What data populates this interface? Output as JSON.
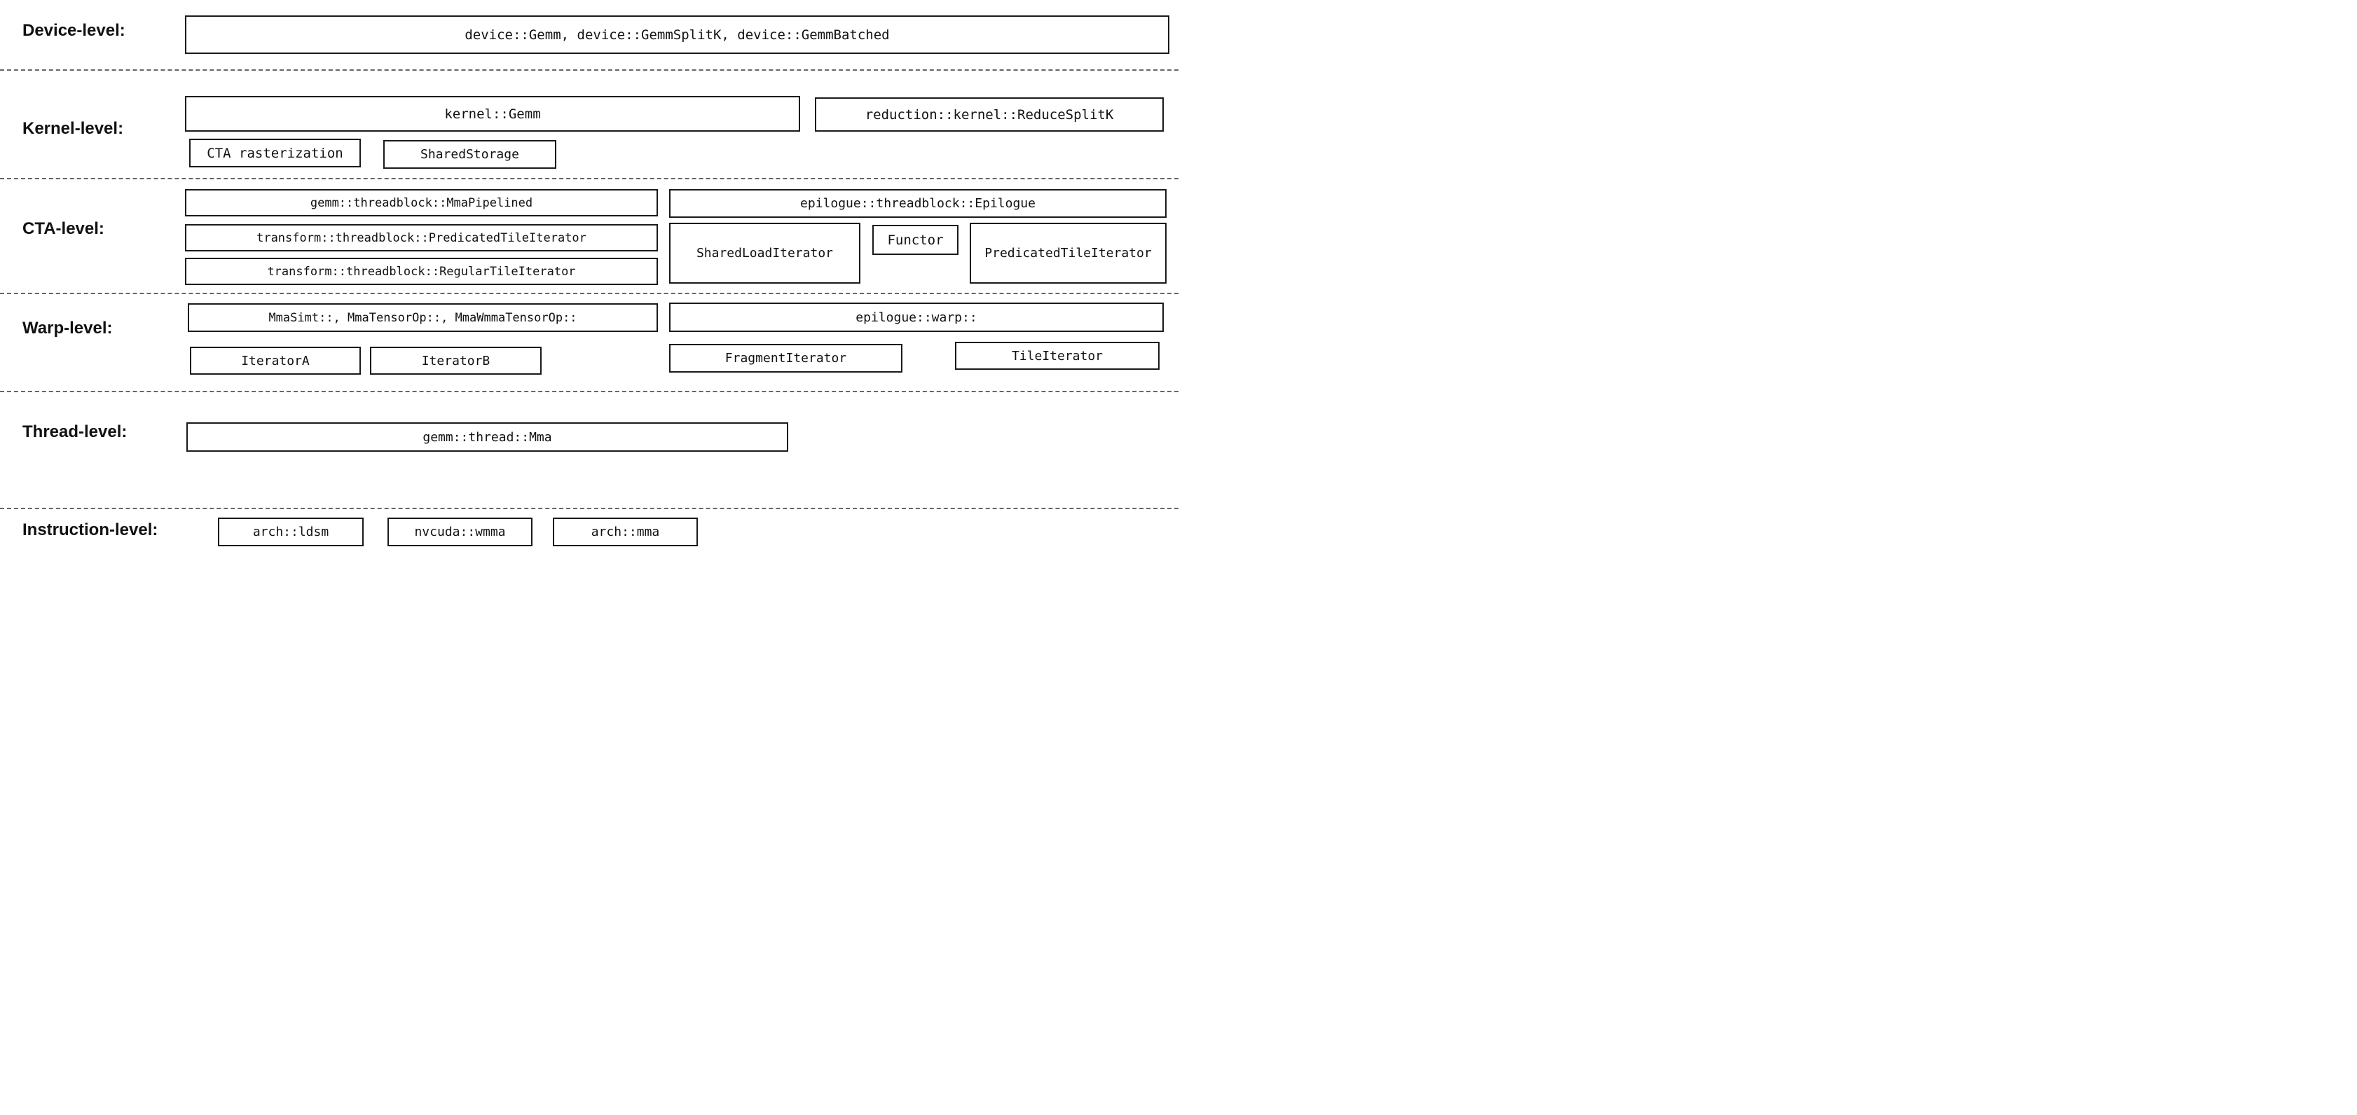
{
  "diagram": {
    "colors": {
      "background": "#ffffff",
      "box_border": "#1a1a1a",
      "separator": "#666666",
      "text": "#111111"
    },
    "levels": {
      "device": {
        "label": "Device-level:",
        "boxes": {
          "main": "device::Gemm, device::GemmSplitK, device::GemmBatched"
        }
      },
      "kernel": {
        "label": "Kernel-level:",
        "boxes": {
          "kernel_gemm": "kernel::Gemm",
          "reduce_splitk": "reduction::kernel::ReduceSplitK",
          "cta_rasterization": "CTA rasterization",
          "shared_storage": "SharedStorage"
        }
      },
      "cta": {
        "label": "CTA-level:",
        "boxes": {
          "mma_pipelined": "gemm::threadblock::MmaPipelined",
          "predicated_tile_iterator": "transform::threadblock::PredicatedTileIterator",
          "regular_tile_iterator": "transform::threadblock::RegularTileIterator",
          "epilogue": "epilogue::threadblock::Epilogue",
          "shared_load_iterator": "SharedLoadIterator",
          "functor": "Functor",
          "epilogue_predicated_tile_iterator": "PredicatedTileIterator"
        }
      },
      "warp": {
        "label": "Warp-level:",
        "boxes": {
          "mma_ops": "MmaSimt::, MmaTensorOp::, MmaWmmaTensorOp::",
          "epilogue_warp": "epilogue::warp::",
          "iterator_a": "IteratorA",
          "iterator_b": "IteratorB",
          "fragment_iterator": "FragmentIterator",
          "tile_iterator": "TileIterator"
        }
      },
      "thread": {
        "label": "Thread-level:",
        "boxes": {
          "mma": "gemm::thread::Mma"
        }
      },
      "instruction": {
        "label": "Instruction-level:",
        "boxes": {
          "ldsm": "arch::ldsm",
          "wmma": "nvcuda::wmma",
          "mma": "arch::mma"
        }
      }
    }
  }
}
